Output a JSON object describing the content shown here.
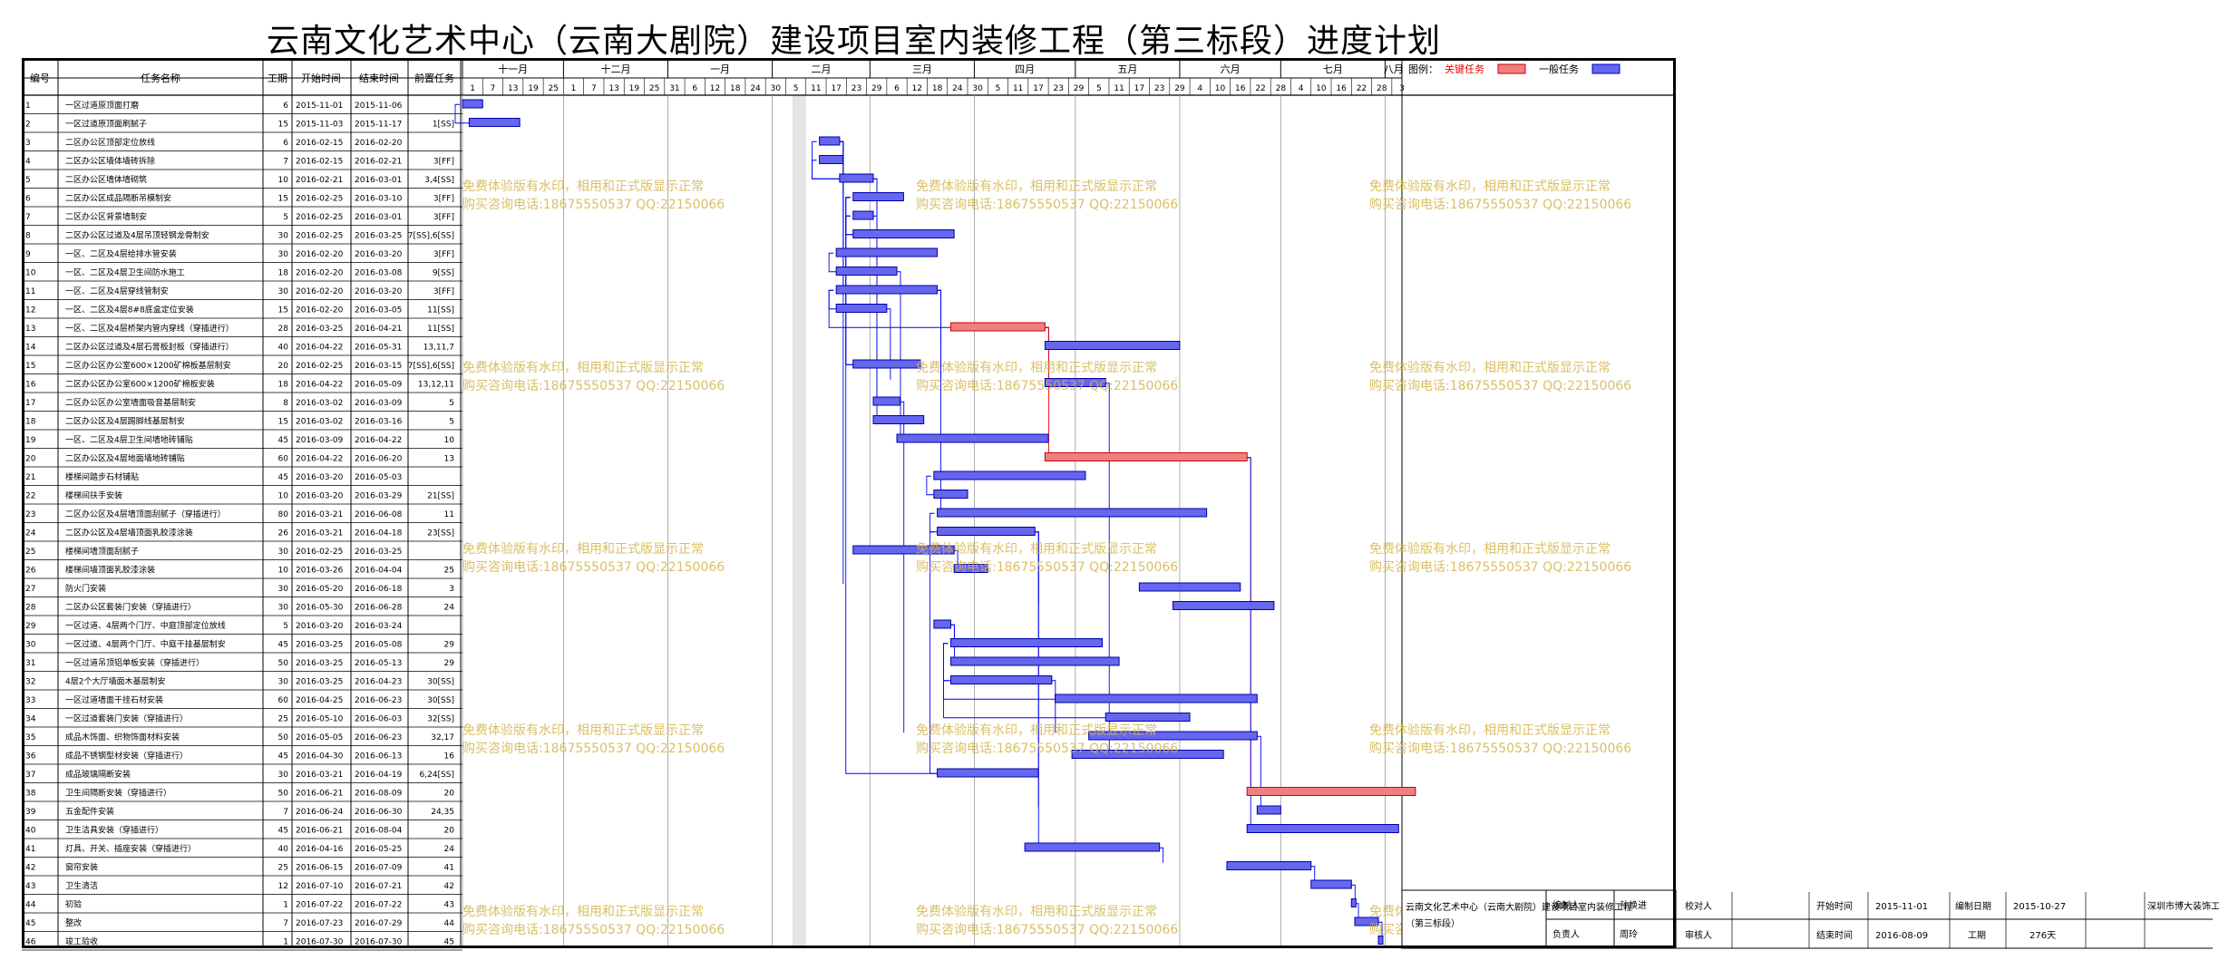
{
  "title": "云南文化艺术中心（云南大剧院）建设项目室内装修工程（第三标段）进度计划",
  "columns": [
    "编号",
    "任务名称",
    "工期",
    "开始时间",
    "结束时间",
    "前置任务"
  ],
  "legend": {
    "label": "图例：",
    "critical": "关键任务",
    "normal": "一般任务"
  },
  "colors": {
    "critical": "#f08080",
    "normal": "#6666ee",
    "line_normal": "#0000ee",
    "line_critical": "#ee0000",
    "watermark": "#d4b44a",
    "shade": "#e4e4e4"
  },
  "months": [
    "十一月",
    "十二月",
    "一月",
    "二月",
    "三月",
    "四月",
    "五月",
    "六月",
    "七月",
    "八月"
  ],
  "day_ticks": [
    {
      "date": "2015-11-01",
      "label": "1"
    },
    {
      "date": "2015-11-07",
      "label": "7"
    },
    {
      "date": "2015-11-13",
      "label": "13"
    },
    {
      "date": "2015-11-19",
      "label": "19"
    },
    {
      "date": "2015-11-25",
      "label": "25"
    },
    {
      "date": "2015-12-01",
      "label": "1"
    },
    {
      "date": "2015-12-07",
      "label": "7"
    },
    {
      "date": "2015-12-13",
      "label": "13"
    },
    {
      "date": "2015-12-19",
      "label": "19"
    },
    {
      "date": "2015-12-25",
      "label": "25"
    },
    {
      "date": "2015-12-31",
      "label": "31"
    },
    {
      "date": "2016-01-06",
      "label": "6"
    },
    {
      "date": "2016-01-12",
      "label": "12"
    },
    {
      "date": "2016-01-18",
      "label": "18"
    },
    {
      "date": "2016-01-24",
      "label": "24"
    },
    {
      "date": "2016-01-30",
      "label": "30"
    },
    {
      "date": "2016-02-05",
      "label": "5"
    },
    {
      "date": "2016-02-11",
      "label": "11"
    },
    {
      "date": "2016-02-17",
      "label": "17"
    },
    {
      "date": "2016-02-23",
      "label": "23"
    },
    {
      "date": "2016-02-29",
      "label": "29"
    },
    {
      "date": "2016-03-06",
      "label": "6"
    },
    {
      "date": "2016-03-12",
      "label": "12"
    },
    {
      "date": "2016-03-18",
      "label": "18"
    },
    {
      "date": "2016-03-24",
      "label": "24"
    },
    {
      "date": "2016-03-30",
      "label": "30"
    },
    {
      "date": "2016-04-05",
      "label": "5"
    },
    {
      "date": "2016-04-11",
      "label": "11"
    },
    {
      "date": "2016-04-17",
      "label": "17"
    },
    {
      "date": "2016-04-23",
      "label": "23"
    },
    {
      "date": "2016-04-29",
      "label": "29"
    },
    {
      "date": "2016-05-05",
      "label": "5"
    },
    {
      "date": "2016-05-11",
      "label": "11"
    },
    {
      "date": "2016-05-17",
      "label": "17"
    },
    {
      "date": "2016-05-23",
      "label": "23"
    },
    {
      "date": "2016-05-29",
      "label": "29"
    },
    {
      "date": "2016-06-04",
      "label": "4"
    },
    {
      "date": "2016-06-10",
      "label": "10"
    },
    {
      "date": "2016-06-16",
      "label": "16"
    },
    {
      "date": "2016-06-22",
      "label": "22"
    },
    {
      "date": "2016-06-28",
      "label": "28"
    },
    {
      "date": "2016-07-04",
      "label": "4"
    },
    {
      "date": "2016-07-10",
      "label": "10"
    },
    {
      "date": "2016-07-16",
      "label": "16"
    },
    {
      "date": "2016-07-22",
      "label": "22"
    },
    {
      "date": "2016-07-28",
      "label": "28"
    },
    {
      "date": "2016-08-03",
      "label": "3"
    }
  ],
  "watermark": [
    "免费体验版有水印，相用和正式版显示正常",
    "购买咨询电话:18675550537 QQ:22150066"
  ],
  "footer": {
    "box_text": [
      "云南文化艺术中心（云南大剧院）建设项目室内装修工程",
      "（第三标段）"
    ],
    "made_by_label": "编制人",
    "made_by": "孙焕进",
    "reviewer_label": "负责人",
    "reviewer": "周玲",
    "checker_label": "校对人",
    "approver_label": "审核人",
    "start_label": "开始时间",
    "start": "2015-11-01",
    "end_label": "结束时间",
    "end": "2016-08-09",
    "made_date_label": "编制日期",
    "made_date": "2015-10-27",
    "duration_label": "工期",
    "duration": "276天",
    "company": "深圳市博大装饰工程有限公司"
  },
  "chart_data": {
    "type": "gantt",
    "title": "云南文化艺术中心（云南大剧院）建设项目室内装修工程（第三标段）进度计划",
    "x_range": [
      "2015-11-01",
      "2016-08-06"
    ],
    "tasks": [
      {
        "id": "1",
        "name": "一区过道原顶面打磨",
        "dur": "6",
        "start": "2015-11-01",
        "end": "2015-11-06",
        "pred": "",
        "critical": false
      },
      {
        "id": "2",
        "name": "一区过道原顶面刷腻子",
        "dur": "15",
        "start": "2015-11-03",
        "end": "2015-11-17",
        "pred": "1[SS]",
        "critical": false
      },
      {
        "id": "3",
        "name": "二区办公区顶部定位放线",
        "dur": "6",
        "start": "2016-02-15",
        "end": "2016-02-20",
        "pred": "",
        "critical": false
      },
      {
        "id": "4",
        "name": "二区办公区墙体墙砖拆除",
        "dur": "7",
        "start": "2016-02-15",
        "end": "2016-02-21",
        "pred": "3[FF]",
        "critical": false
      },
      {
        "id": "5",
        "name": "二区办公区墙体墙砌筑",
        "dur": "10",
        "start": "2016-02-21",
        "end": "2016-03-01",
        "pred": "3,4[SS]",
        "critical": false
      },
      {
        "id": "6",
        "name": "二区办公区成品隔断吊模制安",
        "dur": "15",
        "start": "2016-02-25",
        "end": "2016-03-10",
        "pred": "3[FF]",
        "critical": false
      },
      {
        "id": "7",
        "name": "二区办公区背景墙制安",
        "dur": "5",
        "start": "2016-02-25",
        "end": "2016-03-01",
        "pred": "3[FF]",
        "critical": false
      },
      {
        "id": "8",
        "name": "二区办公区过道及4层吊顶轻钢龙骨制安",
        "dur": "30",
        "start": "2016-02-25",
        "end": "2016-03-25",
        "pred": "7[SS],6[SS]",
        "critical": false
      },
      {
        "id": "9",
        "name": "一区、二区及4层给排水管安装",
        "dur": "30",
        "start": "2016-02-20",
        "end": "2016-03-20",
        "pred": "3[FF]",
        "critical": false
      },
      {
        "id": "10",
        "name": "一区、二区及4层卫生间防水施工",
        "dur": "18",
        "start": "2016-02-20",
        "end": "2016-03-08",
        "pred": "9[SS]",
        "critical": false
      },
      {
        "id": "11",
        "name": "一区、二区及4层穿线管制安",
        "dur": "30",
        "start": "2016-02-20",
        "end": "2016-03-20",
        "pred": "3[FF]",
        "critical": false
      },
      {
        "id": "12",
        "name": "一区、二区及4层8#8底盒定位安装",
        "dur": "15",
        "start": "2016-02-20",
        "end": "2016-03-05",
        "pred": "11[SS]",
        "critical": false
      },
      {
        "id": "13",
        "name": "一区、二区及4层桥架内管内穿线（穿插进行）",
        "dur": "28",
        "start": "2016-03-25",
        "end": "2016-04-21",
        "pred": "11[SS]",
        "critical": true
      },
      {
        "id": "14",
        "name": "二区办公区过道及4层石膏板封板（穿插进行）",
        "dur": "40",
        "start": "2016-04-22",
        "end": "2016-05-31",
        "pred": "13,11,7",
        "critical": false
      },
      {
        "id": "15",
        "name": "二区办公区办公室600×1200矿棉板基层制安",
        "dur": "20",
        "start": "2016-02-25",
        "end": "2016-03-15",
        "pred": "7[SS],6[SS]",
        "critical": false
      },
      {
        "id": "16",
        "name": "二区办公区办公室600×1200矿棉板安装",
        "dur": "18",
        "start": "2016-04-22",
        "end": "2016-05-09",
        "pred": "13,12,11",
        "critical": false
      },
      {
        "id": "17",
        "name": "二区办公区办公室墙面吸音基层制安",
        "dur": "8",
        "start": "2016-03-02",
        "end": "2016-03-09",
        "pred": "5",
        "critical": false
      },
      {
        "id": "18",
        "name": "二区办公区及4层踢脚线基层制安",
        "dur": "15",
        "start": "2016-03-02",
        "end": "2016-03-16",
        "pred": "5",
        "critical": false
      },
      {
        "id": "19",
        "name": "一区、二区及4层卫生间墙地砖铺贴",
        "dur": "45",
        "start": "2016-03-09",
        "end": "2016-04-22",
        "pred": "10",
        "critical": false
      },
      {
        "id": "20",
        "name": "二区办公区及4层地面墙地砖铺贴",
        "dur": "60",
        "start": "2016-04-22",
        "end": "2016-06-20",
        "pred": "13",
        "critical": true
      },
      {
        "id": "21",
        "name": "楼梯间踏步石材铺贴",
        "dur": "45",
        "start": "2016-03-20",
        "end": "2016-05-03",
        "pred": "",
        "critical": false
      },
      {
        "id": "22",
        "name": "楼梯间扶手安装",
        "dur": "10",
        "start": "2016-03-20",
        "end": "2016-03-29",
        "pred": "21[SS]",
        "critical": false
      },
      {
        "id": "23",
        "name": "二区办公区及4层墙顶面刮腻子（穿插进行）",
        "dur": "80",
        "start": "2016-03-21",
        "end": "2016-06-08",
        "pred": "11",
        "critical": false
      },
      {
        "id": "24",
        "name": "二区办公区及4层墙顶面乳胶漆涂装",
        "dur": "26",
        "start": "2016-03-21",
        "end": "2016-04-18",
        "pred": "23[SS]",
        "critical": false
      },
      {
        "id": "25",
        "name": "楼梯间墙顶面刮腻子",
        "dur": "30",
        "start": "2016-02-25",
        "end": "2016-03-25",
        "pred": "",
        "critical": false
      },
      {
        "id": "26",
        "name": "楼梯间墙顶面乳胶漆涂装",
        "dur": "10",
        "start": "2016-03-26",
        "end": "2016-04-04",
        "pred": "25",
        "critical": false
      },
      {
        "id": "27",
        "name": "防火门安装",
        "dur": "30",
        "start": "2016-05-20",
        "end": "2016-06-18",
        "pred": "3",
        "critical": false
      },
      {
        "id": "28",
        "name": "二区办公区套装门安装（穿插进行）",
        "dur": "30",
        "start": "2016-05-30",
        "end": "2016-06-28",
        "pred": "24",
        "critical": false
      },
      {
        "id": "29",
        "name": "一区过道、4层两个门厅、中庭顶部定位放线",
        "dur": "5",
        "start": "2016-03-20",
        "end": "2016-03-24",
        "pred": "",
        "critical": false
      },
      {
        "id": "30",
        "name": "一区过道、4层两个门厅、中庭干挂基层制安",
        "dur": "45",
        "start": "2016-03-25",
        "end": "2016-05-08",
        "pred": "29",
        "critical": false
      },
      {
        "id": "31",
        "name": "一区过道吊顶铝单板安装（穿插进行）",
        "dur": "50",
        "start": "2016-03-25",
        "end": "2016-05-13",
        "pred": "29",
        "critical": false
      },
      {
        "id": "32",
        "name": "4层2个大厅墙面木基层制安",
        "dur": "30",
        "start": "2016-03-25",
        "end": "2016-04-23",
        "pred": "30[SS]",
        "critical": false
      },
      {
        "id": "33",
        "name": "一区过道墙面干挂石材安装",
        "dur": "60",
        "start": "2016-04-25",
        "end": "2016-06-23",
        "pred": "30[SS]",
        "critical": false
      },
      {
        "id": "34",
        "name": "一区过道套装门安装（穿插进行）",
        "dur": "25",
        "start": "2016-05-10",
        "end": "2016-06-03",
        "pred": "32[SS]",
        "critical": false
      },
      {
        "id": "35",
        "name": "成品木饰面、织物饰面材料安装",
        "dur": "50",
        "start": "2016-05-05",
        "end": "2016-06-23",
        "pred": "32,17",
        "critical": false
      },
      {
        "id": "36",
        "name": "成品不锈钢型材安装（穿插进行）",
        "dur": "45",
        "start": "2016-04-30",
        "end": "2016-06-13",
        "pred": "16",
        "critical": false
      },
      {
        "id": "37",
        "name": "成品玻璃隔断安装",
        "dur": "30",
        "start": "2016-03-21",
        "end": "2016-04-19",
        "pred": "6,24[SS]",
        "critical": false
      },
      {
        "id": "38",
        "name": "卫生间隔断安装（穿插进行）",
        "dur": "50",
        "start": "2016-06-21",
        "end": "2016-08-09",
        "pred": "20",
        "critical": true
      },
      {
        "id": "39",
        "name": "五金配件安装",
        "dur": "7",
        "start": "2016-06-24",
        "end": "2016-06-30",
        "pred": "24,35",
        "critical": false
      },
      {
        "id": "40",
        "name": "卫生洁具安装（穿插进行）",
        "dur": "45",
        "start": "2016-06-21",
        "end": "2016-08-04",
        "pred": "20",
        "critical": false
      },
      {
        "id": "41",
        "name": "灯具、开关、插座安装（穿插进行）",
        "dur": "40",
        "start": "2016-04-16",
        "end": "2016-05-25",
        "pred": "24",
        "critical": false
      },
      {
        "id": "42",
        "name": "窗帘安装",
        "dur": "25",
        "start": "2016-06-15",
        "end": "2016-07-09",
        "pred": "41",
        "critical": false
      },
      {
        "id": "43",
        "name": "卫生清洁",
        "dur": "12",
        "start": "2016-07-10",
        "end": "2016-07-21",
        "pred": "42",
        "critical": false
      },
      {
        "id": "44",
        "name": "初验",
        "dur": "1",
        "start": "2016-07-22",
        "end": "2016-07-22",
        "pred": "43",
        "critical": false
      },
      {
        "id": "45",
        "name": "整改",
        "dur": "7",
        "start": "2016-07-23",
        "end": "2016-07-29",
        "pred": "44",
        "critical": false
      },
      {
        "id": "46",
        "name": "竣工验收",
        "dur": "1",
        "start": "2016-07-30",
        "end": "2016-07-30",
        "pred": "45",
        "critical": false
      }
    ]
  }
}
